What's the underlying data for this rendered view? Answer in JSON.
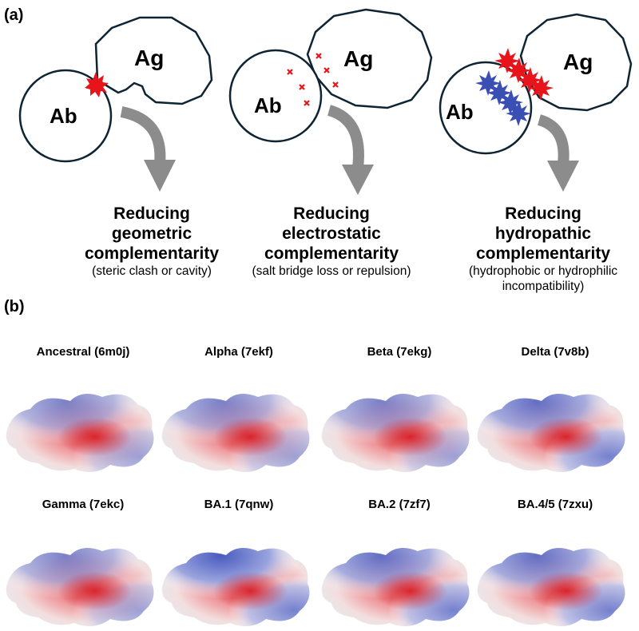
{
  "panel_a": {
    "label": "(a)",
    "schemes": [
      {
        "antibody": "Ab",
        "antigen": "Ag",
        "title": [
          "Reducing",
          "geometric",
          "complementarity"
        ],
        "subtitle": [
          "(steric clash or cavity)"
        ]
      },
      {
        "antibody": "Ab",
        "antigen": "Ag",
        "title": [
          "Reducing",
          "electrostatic",
          "complementarity"
        ],
        "subtitle": [
          "(salt bridge loss or repulsion)"
        ]
      },
      {
        "antibody": "Ab",
        "antigen": "Ag",
        "title": [
          "Reducing",
          "hydropathic",
          "complementarity"
        ],
        "subtitle": [
          "(hydrophobic or hydrophilic",
          "incompatibility)"
        ]
      }
    ]
  },
  "panel_b": {
    "label": "(b)",
    "structures": [
      {
        "title": "Ancestral (6m0j)",
        "surface": "mostly-red"
      },
      {
        "title": "Alpha (7ekf)",
        "surface": "mostly-red"
      },
      {
        "title": "Beta (7ekg)",
        "surface": "mostly-red"
      },
      {
        "title": "Delta (7v8b)",
        "surface": "mixed"
      },
      {
        "title": "Gamma (7ekc)",
        "surface": "mostly-red"
      },
      {
        "title": "BA.1 (7qnw)",
        "surface": "blue-top"
      },
      {
        "title": "BA.2 (7zf7)",
        "surface": "mixed"
      },
      {
        "title": "BA.4/5 (7zxu)",
        "surface": "mixed"
      }
    ]
  },
  "colors": {
    "outline": "#0f2433",
    "arrow": "#8c8c8c",
    "negative": "#e8141b",
    "positive": "#3a4fb3",
    "surface_red": "#d9545a",
    "surface_blue": "#5566c4"
  }
}
